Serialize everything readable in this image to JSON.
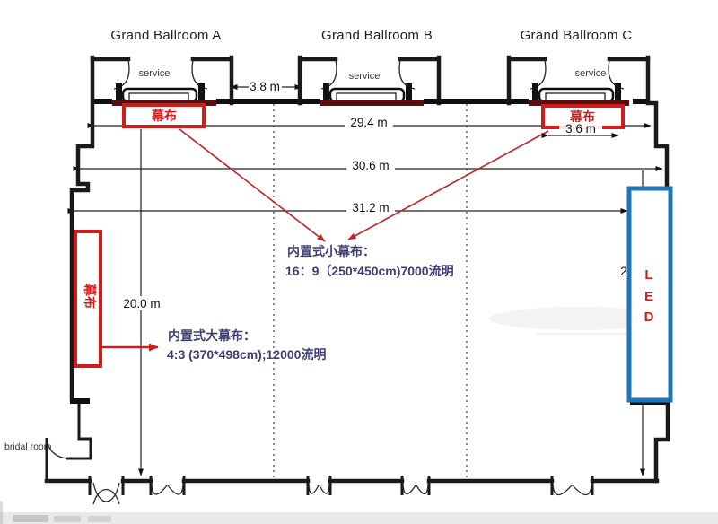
{
  "rooms": {
    "a": "Grand Ballroom A",
    "b": "Grand Ballroom B",
    "c": "Grand Ballroom C"
  },
  "labels": {
    "service": "service",
    "bridal_room": "bridal room"
  },
  "dimensions": {
    "gap_ab": "3.8 m",
    "width_294": "29.4 m",
    "screen_c_width": "3.6 m",
    "width_306": "30.6 m",
    "width_312": "31.2 m",
    "depth_200": "20.0 m",
    "right_partial": "2"
  },
  "screens": {
    "curtain_a": "幕布",
    "curtain_c": "幕布",
    "curtain_left": "幕布",
    "led": {
      "l": "L",
      "e": "E",
      "d": "D"
    }
  },
  "annotations": {
    "small_screen": {
      "title": "内置式小幕布：",
      "spec": "16：9（250*450cm)7000流明"
    },
    "large_screen": {
      "title": "内置式大幕布：",
      "spec": "4:3 (370*498cm);12000流明"
    }
  },
  "colors": {
    "wall": "#1a1a1a",
    "red_accent": "#cf1d1d",
    "dark_red_bar": "#5c0d0d",
    "blue_led": "#1d76ba",
    "annotation_text": "#3d3d78"
  }
}
